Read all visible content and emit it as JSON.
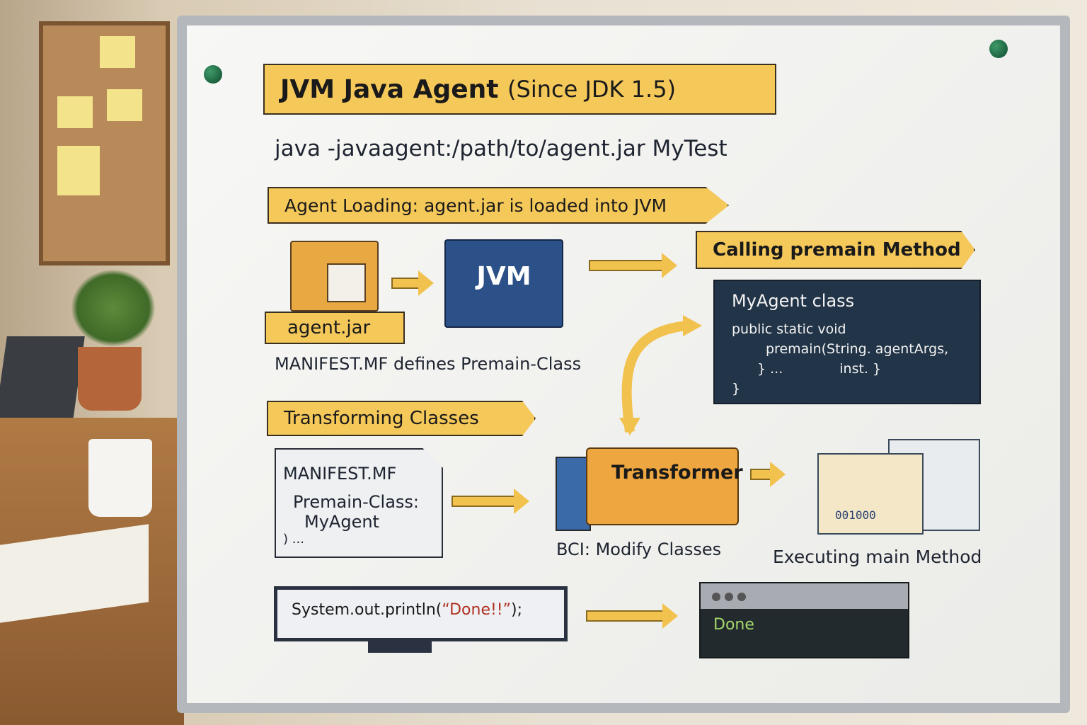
{
  "title": "JVM Java Agent",
  "subtitle": "(Since JDK 1.5)",
  "command": "java -javaagent:/path/to/agent.jar MyTest",
  "steps": {
    "loading": "Agent Loading: agent.jar is loaded into JVM",
    "premain": "Calling premain Method",
    "transforming": "Transforming Classes"
  },
  "agent_jar": {
    "label": "agent.jar",
    "note": "MANIFEST.MF defines Premain-Class"
  },
  "jvm": {
    "label": "JVM"
  },
  "myagent_code": {
    "title": "MyAgent class",
    "lines": [
      "public static void",
      "premain(String. agentArgs,",
      "} ...",
      "inst. }",
      "}"
    ]
  },
  "manifest": {
    "title": "MANIFEST.MF",
    "lines": [
      "Premain-Class:",
      "MyAgent",
      ") ..."
    ]
  },
  "transformer": {
    "label": "Transformer",
    "caption": "BCI: Modify Classes"
  },
  "main_method": {
    "caption": "Executing main Method",
    "digits": "001000"
  },
  "println": {
    "prefix": "System.out.println(",
    "string": "“Done!!”",
    "suffix": ");"
  },
  "terminal": {
    "output": "Done"
  },
  "colors": {
    "banner": "#f5c85a",
    "code_bg": "#223448",
    "terminal_text": "#a6d86a",
    "string": "#b03020"
  }
}
